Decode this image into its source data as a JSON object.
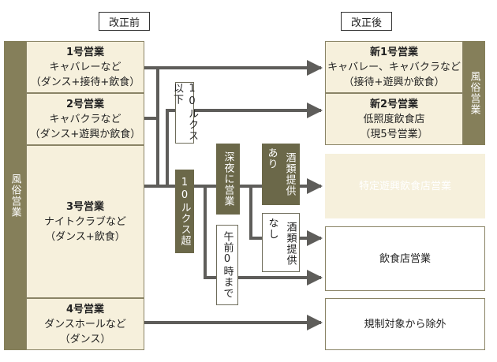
{
  "headers": {
    "before": "改正前",
    "after": "改正後"
  },
  "left_category": "風俗営業",
  "right_category": "風俗営業",
  "before": [
    {
      "title": "1号営業",
      "line1": "キャバレーなど",
      "line2": "（ダンス+接待+飲食）"
    },
    {
      "title": "2号営業",
      "line1": "キャバクラなど",
      "line2": "（ダンス+遊興か飲食）"
    },
    {
      "title": "3号営業",
      "line1": "ナイトクラブなど",
      "line2": "（ダンス+飲食）"
    },
    {
      "title": "4号営業",
      "line1": "ダンスホールなど",
      "line2": "（ダンス）"
    }
  ],
  "after": {
    "new1": {
      "title": "新1号営業",
      "line1": "キャバレー、キャバクラなど",
      "line2": "（接待+遊興か飲食）"
    },
    "new2": {
      "title": "新2号営業",
      "line1": "低照度飲食店",
      "line2": "（現5号営業）"
    },
    "special": "特定遊興飲食店営業",
    "restaurant": "飲食店営業",
    "excluded": "規制対象から除外"
  },
  "conditions": {
    "lux_below": "10ルクス以下",
    "lux_above": "10ルクス超",
    "late_night": "深夜に営業",
    "alcohol_yes": "あり",
    "alcohol_no": "なし",
    "alcohol": "酒類提供",
    "before_midnight": "午前0時まで"
  },
  "colors": {
    "olive": "#857f5a",
    "dark_box": "#6b6849",
    "light_box": "#f6f0dc",
    "arrow": "#5e5d5a"
  }
}
